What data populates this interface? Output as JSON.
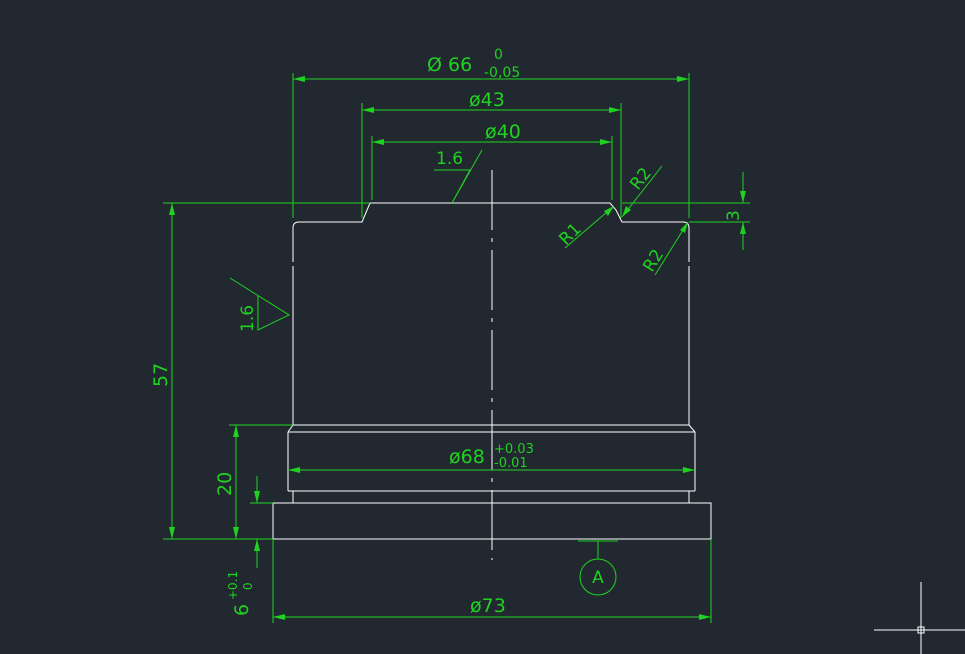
{
  "dimensions": {
    "d66": {
      "main": "Ø 66",
      "upper": "0",
      "lower": "-0,05"
    },
    "d43": "ø43",
    "d40": "ø40",
    "d68": {
      "main": "ø68",
      "upper": "+0.03",
      "lower": "-0.01"
    },
    "d73": "ø73",
    "h57": "57",
    "h20": "20",
    "h3": "3",
    "h6": {
      "main": "6",
      "upper": "+0.1",
      "lower": "0"
    }
  },
  "radii": {
    "r2_top": "R2",
    "r1": "R1",
    "r2_side": "R2"
  },
  "roughness": {
    "top": "1.6",
    "side": "1.6"
  },
  "datum": {
    "label": "A"
  },
  "colors": {
    "background": "#212830",
    "geometry": "#ffffff",
    "annotation": "#1fd21f"
  }
}
